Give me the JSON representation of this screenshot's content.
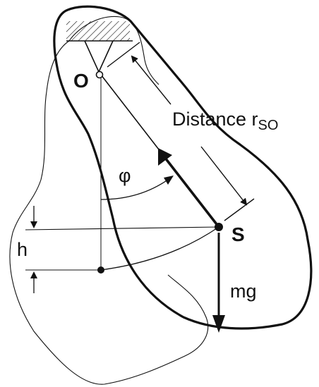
{
  "labels": {
    "pivot": "O",
    "center_of_mass": "S",
    "distance_prefix": "Distance r",
    "distance_subscript": "SO",
    "angle": "φ",
    "height": "h",
    "weight": "mg"
  },
  "colors": {
    "stroke": "#111111",
    "background": "#ffffff"
  }
}
